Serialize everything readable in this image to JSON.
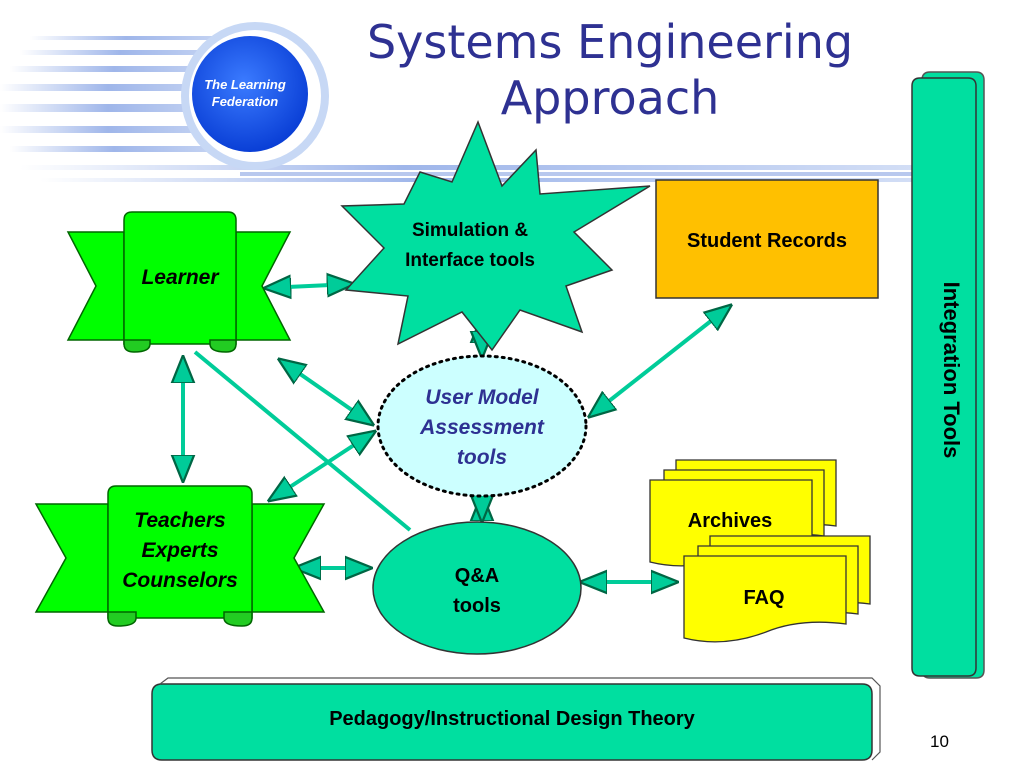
{
  "slide": {
    "title_line1": "Systems Engineering",
    "title_line2": "Approach",
    "logo_line1": "The Learning",
    "logo_line2": "Federation",
    "page_number": "10"
  },
  "nodes": {
    "learner": "Learner",
    "teachers": [
      "Teachers",
      "Experts",
      "Counselors"
    ],
    "simulation": [
      "Simulation &",
      "Interface tools"
    ],
    "student_records": "Student Records",
    "user_model": [
      "User Model",
      "Assessment",
      "tools"
    ],
    "qa": [
      "Q&A",
      "tools"
    ],
    "archives": "Archives",
    "faq": "FAQ",
    "integration": "Integration Tools",
    "pedagogy": "Pedagogy/Instructional Design Theory"
  },
  "colors": {
    "bright_green": "#00ff00",
    "teal": "#00dfa0",
    "gold": "#ffc000",
    "yellow": "#ffff00",
    "light_cyan": "#ccffff",
    "title_blue": "#2e3192"
  }
}
